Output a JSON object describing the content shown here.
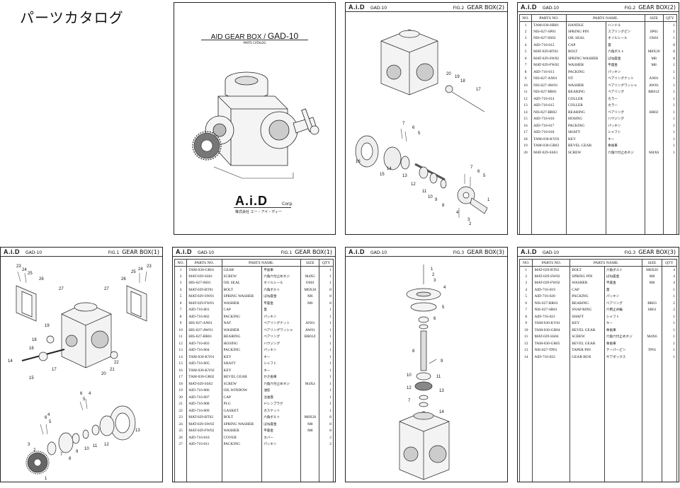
{
  "heading": "パーツカタログ",
  "cover": {
    "title_prefix": "AID GEAR BOX /",
    "title_model": "GAD-10",
    "subtitle": "PARTS CATALOG",
    "logo": "A.i.D",
    "corp": "Corp.",
    "company_jp": "株式会社 エー・アイ・ディー"
  },
  "panels": {
    "fig2_drawing": {
      "logo": "A.i.D",
      "code": "GAD-10",
      "fig": "FIG.2",
      "title": "GEAR BOX(2)",
      "callouts": [
        "20",
        "19",
        "18",
        "17",
        "7",
        "6",
        "5",
        "16",
        "15",
        "14",
        "13",
        "12",
        "11",
        "10",
        "9",
        "8",
        "7",
        "6",
        "5",
        "4",
        "3",
        "2",
        "1"
      ]
    },
    "fig2_table": {
      "logo": "A.i.D",
      "code": "GAD-10",
      "fig": "FIG.2",
      "title": "GEAR BOX(2)",
      "headers": [
        "NO.",
        "PARTS NO.",
        "PARTS NAME.",
        "",
        "SIZE",
        "QTY"
      ],
      "rows": [
        [
          "1",
          "TAM-030-HB01",
          "HANDLE",
          "ハンドル",
          "",
          "1"
        ],
        [
          "2",
          "NIS-027-SP01",
          "SPRING PIN",
          "スプリングピン",
          "SP01",
          "1"
        ],
        [
          "3",
          "NIS-027-0S02",
          "OIL SEAL",
          "オイルシール",
          "OS02",
          "1"
        ],
        [
          "4",
          "AID-716-012",
          "CAP",
          "蓋",
          "",
          "8"
        ],
        [
          "5",
          "MAT-029-BT02",
          "BOLT",
          "六角ボルト",
          "M8X20",
          "8"
        ],
        [
          "6",
          "MAT-029-SW02",
          "SPRING WASHER",
          "ばね座金",
          "M8",
          "8"
        ],
        [
          "7",
          "MAT-029-FW02",
          "WASHER",
          "平座金",
          "M8",
          "1"
        ],
        [
          "8",
          "AID-716-013",
          "PACKING",
          "パッキン",
          "",
          "1"
        ],
        [
          "9",
          "NIS-027-AN01",
          "NT",
          "ベアリングナット",
          "AN01",
          "1"
        ],
        [
          "10",
          "NIS-027-AW01",
          "WASHER",
          "ベアリングワッシャ",
          "AW01",
          "1"
        ],
        [
          "11",
          "NIS-027-BR01",
          "BEARING",
          "ベアリング",
          "BR01Z",
          "1"
        ],
        [
          "12",
          "AID-716-014",
          "COLLER",
          "カラー",
          "",
          "1"
        ],
        [
          "13",
          "AID-716-015",
          "COLLER",
          "カラー",
          "",
          "1"
        ],
        [
          "14",
          "NIS-027-BR02",
          "BEARING",
          "ベアリング",
          "BR02",
          "1"
        ],
        [
          "15",
          "AID-716-016",
          "HOSING",
          "ハウジング",
          "",
          "1"
        ],
        [
          "16",
          "AID-716-017",
          "PACKING",
          "パッキン",
          "",
          "1"
        ],
        [
          "17",
          "AID-716-018",
          "SHAFT",
          "シャフト",
          "",
          "1"
        ],
        [
          "18",
          "TAM-030-KY03",
          "KEY",
          "キー",
          "",
          "1"
        ],
        [
          "19",
          "TAM-030-GR03",
          "BEVEL GEAR",
          "傘歯車",
          "",
          "1"
        ],
        [
          "20",
          "MAT-029-SS03",
          "SCREW",
          "六角穴付止めネジ",
          "M4X6",
          "1"
        ]
      ]
    },
    "fig1_drawing": {
      "logo": "A.i.D",
      "code": "GAD-10",
      "fig": "FIG.1",
      "title": "GEAR BOX(1)",
      "callouts": [
        "23",
        "24",
        "25",
        "26",
        "27",
        "27",
        "26",
        "25",
        "24",
        "23",
        "19",
        "18",
        "16",
        "14",
        "17",
        "15",
        "22",
        "21",
        "20",
        "6",
        "5",
        "4",
        "6",
        "5",
        "4",
        "7",
        "8",
        "9",
        "10",
        "11",
        "12",
        "13",
        "1",
        "2",
        "3"
      ]
    },
    "fig1_table": {
      "logo": "A.i.D",
      "code": "GAD-10",
      "fig": "FIG.1",
      "title": "GEAR BOX(1)",
      "headers": [
        "NO.",
        "PARTS NO.",
        "PARTS NAME.",
        "",
        "SIZE",
        "QTY"
      ],
      "rows": [
        [
          "1",
          "TAM-030-GR01",
          "GEAR",
          "平歯車",
          "",
          "1"
        ],
        [
          "2",
          "MAT-029-SS01",
          "SCREW",
          "六角穴付止めネジ",
          "M4X5",
          "1"
        ],
        [
          "3",
          "HIS-027-0S01",
          "OIL SEAL",
          "オイルシール",
          "OS01",
          "1"
        ],
        [
          "4",
          "MAT-029-BT01",
          "BOLT",
          "六角ボルト",
          "M6X20",
          "8"
        ],
        [
          "5",
          "MAT-029-SW01",
          "SPRING WASHER",
          "ばね座金",
          "M6",
          "8"
        ],
        [
          "6",
          "MAT-029-FW01",
          "WASHER",
          "平座金",
          "M6",
          "8"
        ],
        [
          "7",
          "AID-716-001",
          "CAP",
          "蓋",
          "",
          "1"
        ],
        [
          "8",
          "AID-716-002",
          "PACKING",
          "パッキン",
          "",
          "1"
        ],
        [
          "9",
          "HIS-027-AN01",
          "NAT",
          "ベアリングナット",
          "AN01",
          "1"
        ],
        [
          "10",
          "HIS-027-AW01",
          "WASHER",
          "ベアリングワッシャ",
          "AW01",
          "1"
        ],
        [
          "11",
          "HIS-027-BR01",
          "BEARING",
          "ベアリング",
          "BR01Z",
          "1"
        ],
        [
          "12",
          "AID-716-003",
          "HOSING",
          "ハウジング",
          "",
          "1"
        ],
        [
          "13",
          "AID-716-004",
          "PACKING",
          "パッキン",
          "",
          "1"
        ],
        [
          "14",
          "TAM-030-KY01",
          "KEY",
          "キー",
          "",
          "1"
        ],
        [
          "15",
          "AID-716-005",
          "SHAFT",
          "シャフト",
          "",
          "1"
        ],
        [
          "16",
          "TAM-030-KY02",
          "KEY",
          "キー",
          "",
          "1"
        ],
        [
          "17",
          "TAM-030-GR02",
          "BEVEL GEAR",
          "かさ歯車",
          "",
          "1"
        ],
        [
          "18",
          "MAT-029-SS02",
          "SCREW",
          "六角穴付止めネジ",
          "M4X4",
          "1"
        ],
        [
          "19",
          "AID-716-006",
          "OIL WINDOW",
          "油窓",
          "",
          "1"
        ],
        [
          "20",
          "AID-716-007",
          "CAP",
          "注油蓋",
          "",
          "1"
        ],
        [
          "21",
          "AID-716-008",
          "PLG",
          "ドレンプラグ",
          "",
          "1"
        ],
        [
          "22",
          "AID-716-009",
          "GASKET",
          "ガスケット",
          "",
          "1"
        ],
        [
          "23",
          "MAT-029-BT02",
          "BOLT",
          "六角ボルト",
          "M8X20",
          "8"
        ],
        [
          "24",
          "MAT-029-SW02",
          "SPRING WASHER",
          "ばね座金",
          "M8",
          "8"
        ],
        [
          "25",
          "MAT-029-FW02",
          "WASHER",
          "平座金",
          "M8",
          "8"
        ],
        [
          "26",
          "AID-716-010",
          "COVER",
          "カバー",
          "",
          "2"
        ],
        [
          "27",
          "AID-716-011",
          "PACKING",
          "パッキン",
          "",
          "2"
        ]
      ]
    },
    "fig3_drawing": {
      "logo": "A.i.D",
      "code": "GAD-10",
      "fig": "FIG.3",
      "title": "GEAR BOX(3)",
      "callouts": [
        "1",
        "2",
        "3",
        "4",
        "5",
        "6",
        "8",
        "9",
        "10",
        "11",
        "12",
        "13",
        "7",
        "14"
      ]
    },
    "fig3_table": {
      "logo": "A.i.D",
      "code": "GAD-10",
      "fig": "FIG.3",
      "title": "GEAR BOX(3)",
      "headers": [
        "NO.",
        "PARTS NO.",
        "PARTS NAME.",
        "",
        "SIZE",
        "QTY"
      ],
      "rows": [
        [
          "1",
          "MAT-029-BT02",
          "BOLT",
          "六角ボルト",
          "M8X20",
          "4"
        ],
        [
          "2",
          "MAT-029-SW02",
          "SPRING PIN",
          "ばね座金",
          "M8",
          "4"
        ],
        [
          "3",
          "MAT-029-FW02",
          "WASHER",
          "平座金",
          "M8",
          "4"
        ],
        [
          "4",
          "AID-716-019",
          "CAP",
          "蓋",
          "",
          "1"
        ],
        [
          "5",
          "AID-716-020",
          "PACKING",
          "パッキン",
          "",
          "1"
        ],
        [
          "6",
          "NIS-027-BR03",
          "BEARING",
          "ベアリング",
          "BR03",
          "2"
        ],
        [
          "7",
          "NIS-027-SR01",
          "SNAP RING",
          "穴用止め輪",
          "SR01",
          "2"
        ],
        [
          "8",
          "AID-716-021",
          "SHAFT",
          "シャフト",
          "",
          "1"
        ],
        [
          "9",
          "TAM-030-KY01",
          "KEY",
          "キー",
          "",
          "1"
        ],
        [
          "10",
          "TAM-030-GR04",
          "BEVEL GEAR",
          "傘歯車",
          "",
          "1"
        ],
        [
          "11",
          "MAT-029-SS04",
          "SCREW",
          "六角穴付止めネジ",
          "M4X6",
          "1"
        ],
        [
          "12",
          "TAM-030-GR05",
          "BEVEL GEAR",
          "傘歯車",
          "",
          "1"
        ],
        [
          "13",
          "NIS-027-TP01",
          "TAPER PIN",
          "テーパーピン",
          "TP01",
          "1"
        ],
        [
          "14",
          "AID-716-022",
          "GEAR BOX",
          "ギアボックス",
          "",
          "1"
        ]
      ]
    }
  }
}
